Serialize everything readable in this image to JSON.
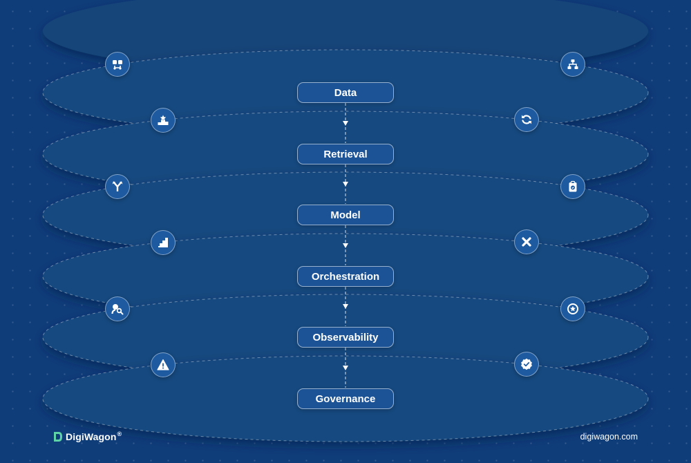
{
  "layers": [
    {
      "label": "Data",
      "left_icon": "users-exchange-icon",
      "right_icon": "org-hierarchy-icon"
    },
    {
      "label": "Retrieval",
      "left_icon": "podium-star-icon",
      "right_icon": "refresh-icon"
    },
    {
      "label": "Model",
      "left_icon": "merge-arrows-icon",
      "right_icon": "clipboard-check-icon"
    },
    {
      "label": "Orchestration",
      "left_icon": "stairs-icon",
      "right_icon": "close-x-icon"
    },
    {
      "label": "Observability",
      "left_icon": "user-search-icon",
      "right_icon": "star-circle-icon"
    },
    {
      "label": "Governance",
      "left_icon": "warning-triangle-icon",
      "right_icon": "verified-badge-icon"
    }
  ],
  "brand": {
    "name": "DigiWagon",
    "trademark": "®",
    "logo_icon": "digiwagon-logo-icon"
  },
  "website": "digiwagon.com",
  "colors": {
    "background": "#0f3d7a",
    "layer_fill": "#17487f",
    "pill_fill": "#1b5396",
    "icon_fill": "#1d5aa0",
    "text": "#ffffff",
    "logo_accent": "#5fd3a8"
  }
}
